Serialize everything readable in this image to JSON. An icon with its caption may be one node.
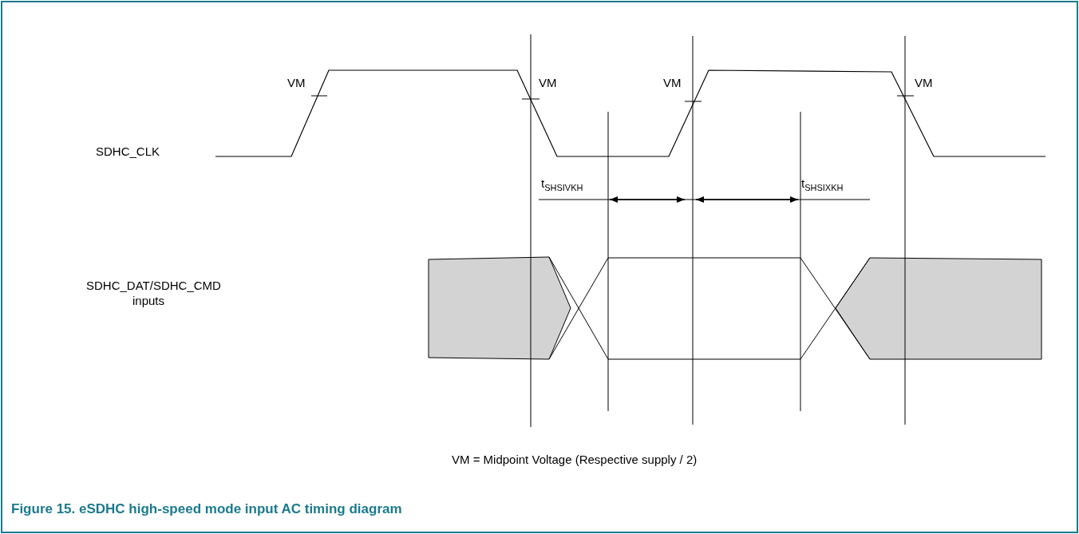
{
  "diagram": {
    "caption": "Figure 15.  eSDHC high-speed mode input AC timing diagram",
    "labels": [
      "VM",
      "VM",
      "VM",
      "VM",
      "SDHC_CLK",
      "t$_{SHSIVKH}$",
      "t$_{SHSIXKH}$",
      "SDHC_DAT/SDHC_CMD inputs",
      "VM = Midpoint Voltage (Respective supply / 2)"
    ]
  }
}
